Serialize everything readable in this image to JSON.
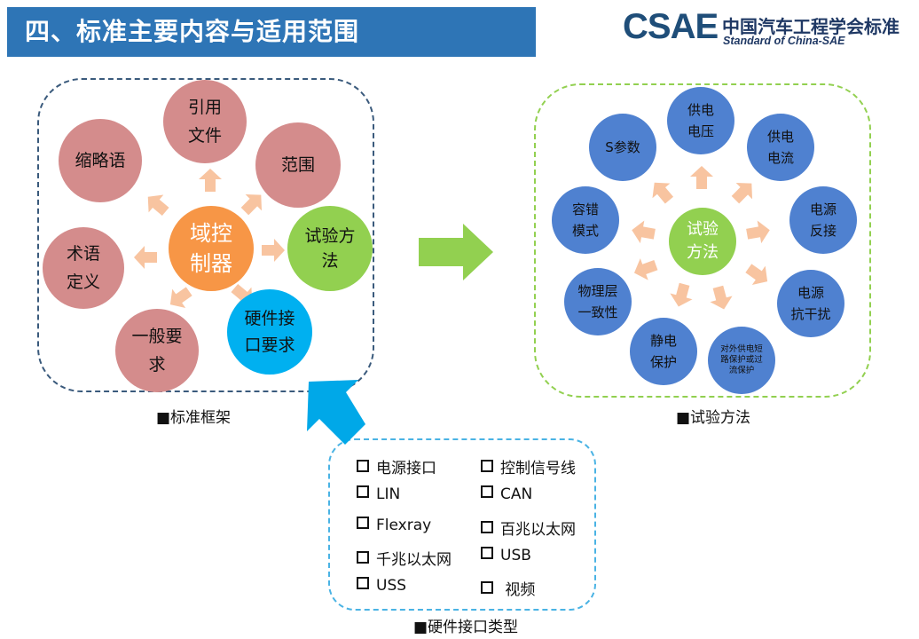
{
  "header": {
    "title": "四、标准主要内容与适用范围",
    "logo_mark": "CSAE",
    "logo_cn": "中国汽车工程学会标准",
    "logo_en": "Standard of China-SAE"
  },
  "framework": {
    "center": "域控\n制器",
    "nodes": [
      "引用\n文件",
      "范围",
      "试验方\n法",
      "硬件接\n口要求",
      "一般要\n求",
      "术语\n定义",
      "缩略语"
    ],
    "caption": "■标准框架"
  },
  "test_methods": {
    "center": "试验\n方法",
    "nodes": [
      "供电\n电压",
      "供电\n电流",
      "电源\n反接",
      "电源\n抗干扰",
      "对外供电短\n路保护或过\n流保护",
      "静电\n保护",
      "物理层\n一致性",
      "容错\n模式",
      "S参数"
    ],
    "caption": "■试验方法"
  },
  "interfaces": {
    "items": [
      "电源接口",
      "控制信号线",
      "LIN",
      "CAN",
      "Flexray",
      "百兆以太网",
      "千兆以太网",
      "USB",
      "USS",
      " 视频"
    ],
    "caption": "■硬件接口类型"
  },
  "colors": {
    "title_bar": "#2e75b6",
    "pink_node": "#d48c8c",
    "orange_center": "#f79646",
    "green": "#92d050",
    "cyan": "#00b0f0",
    "blue_node": "#4f81d0",
    "arrow_peach": "#f8c4a0",
    "arrow_green": "#92d050",
    "arrow_blue": "#00a8e8"
  }
}
